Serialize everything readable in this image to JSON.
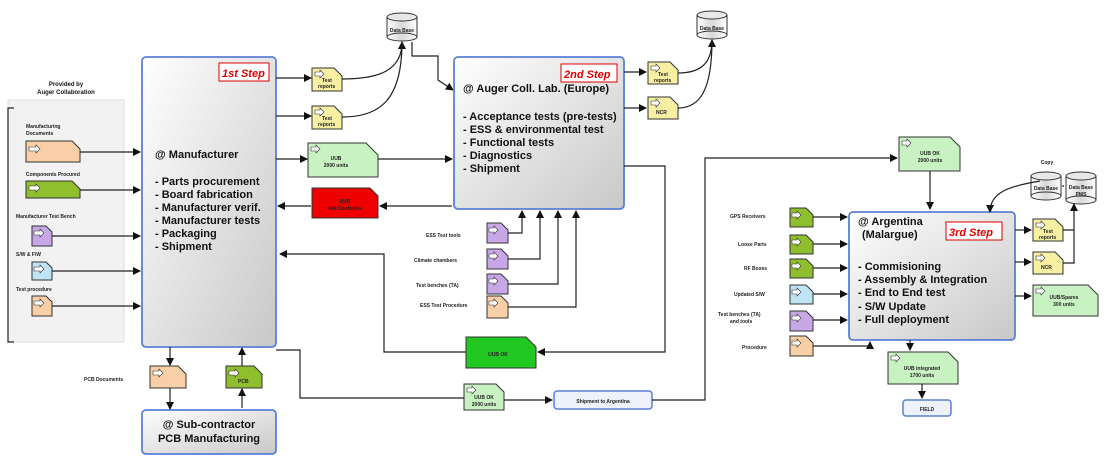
{
  "provided": {
    "title1": "Provided by",
    "title2": "Auger Collaboration",
    "items": [
      {
        "l1": "Manufacturing",
        "l2": "Documents"
      },
      {
        "l1": "Components Procured"
      },
      {
        "l1": "Manufacturer Test Bench"
      },
      {
        "l1": "S/W & F/W"
      },
      {
        "l1": "Test procedure"
      }
    ]
  },
  "manufacturer": {
    "step": "1st Step",
    "title": "@ Manufacturer",
    "items": [
      "- Parts procurement",
      "- Board fabrication",
      "- Manufacturer verif.",
      "- Manufacturer tests",
      "- Packaging",
      "- Shipment"
    ]
  },
  "subcontractor": {
    "line1": "@ Sub-contractor",
    "line2": "PCB Manufacturing"
  },
  "pcb": {
    "documents": "PCB Documents",
    "label": "PCB"
  },
  "auger_lab": {
    "step": "2nd Step",
    "title": "@ Auger Coll. Lab. (Europe)",
    "items": [
      "- Acceptance tests (pre-tests)",
      "- ESS & environmental test",
      "- Functional tests",
      "- Diagnostics",
      "- Shipment"
    ]
  },
  "lab_inputs": [
    "ESS Test tools",
    "Climate chambers",
    "Test benches (TA)",
    "ESS Test Procedure"
  ],
  "argentina": {
    "step": "3rd Step",
    "title1": "@ Argentina",
    "title2": "(Malargue)",
    "items": [
      "- Commisioning",
      "- Assembly & Integration",
      "- End to End test",
      "- S/W Update",
      "- Full deployment"
    ]
  },
  "arg_inputs": [
    "GPS Receivers",
    "Loose Parts",
    "RF Boxes",
    "Updated S/W",
    "Test benches (TA)",
    "and tools",
    "Procedure"
  ],
  "docs": {
    "test_reports": [
      "Test",
      "reports"
    ],
    "uub": [
      "UUB",
      "2000 units"
    ],
    "not_conforms": [
      "UUB",
      "Not Conforms"
    ],
    "ncr": "NCR",
    "uub_ok": "UUB OK",
    "uub_ok_2000": [
      "UUB OK",
      "2000 units"
    ],
    "uub_spares": [
      "UUB/Spares",
      "300 units"
    ],
    "uub_integrated": [
      "UUB integrated",
      "1700 units"
    ]
  },
  "databases": [
    "Data Base",
    "Data Base",
    "Data Base",
    "Data Base",
    "PMS"
  ],
  "copy": "Copy",
  "shipment": "Shipment to Argentina",
  "field": "FIELD"
}
